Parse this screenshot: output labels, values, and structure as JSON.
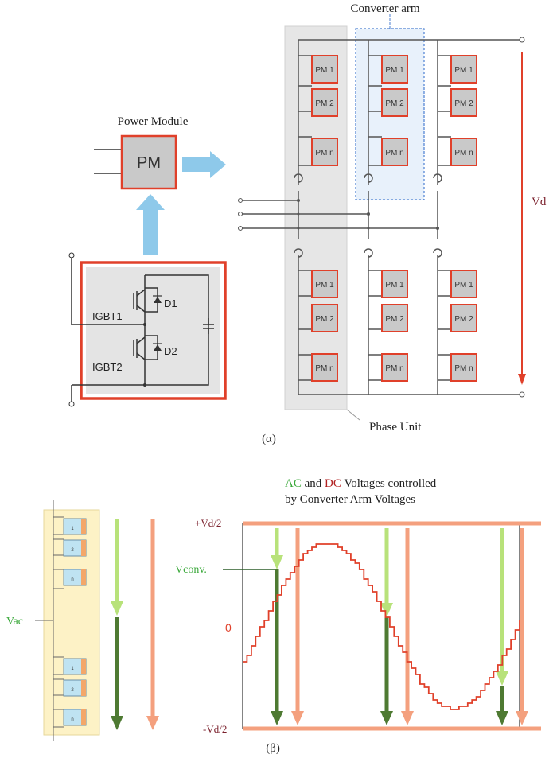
{
  "top": {
    "converter_arm_label": "Converter arm",
    "power_module_label": "Power Module",
    "pm_box_label": "PM",
    "igbt1_label": "IGBT1",
    "igbt2_label": "IGBT2",
    "d1_label": "D1",
    "d2_label": "D2",
    "vd_label": "Vd",
    "phase_unit_label": "Phase Unit",
    "caption": "(α)",
    "module_labels": [
      "PM 1",
      "PM 2",
      "PM n"
    ]
  },
  "bottom": {
    "title_ac": "AC",
    "title_and": " and ",
    "title_dc": "DC",
    "title_rest": " Voltages  controlled",
    "title_line2": "by Converter Arm Voltages",
    "plus_vd2": "+Vd/2",
    "minus_vd2": "-Vd/2",
    "zero": "0",
    "vconv_label": "Vconv.",
    "vac_label": "Vac",
    "caption": "(β)",
    "small_module_labels": [
      "1",
      "2",
      "n",
      "1",
      "2",
      "n"
    ]
  },
  "colors": {
    "red": "#e0402a",
    "dark_red": "#7a1f2b",
    "light_blue": "#8ec9ea",
    "light_green": "#b8e27a",
    "dark_green": "#4e7a32",
    "salmon": "#f4a07e",
    "green_text": "#3aa83a"
  }
}
